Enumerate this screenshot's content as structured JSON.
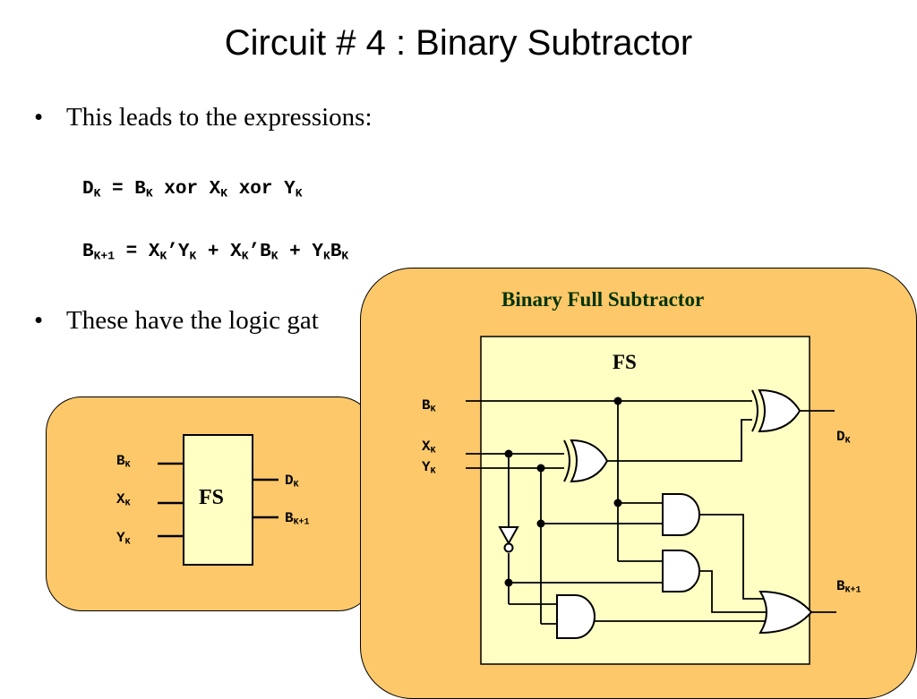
{
  "title": "Circuit # 4 : Binary Subtractor",
  "bullets": [
    {
      "marker": "•",
      "text": "This leads to the expressions:"
    },
    {
      "marker": "•",
      "text": "These have the logic gat"
    }
  ],
  "equations": {
    "dk": {
      "lhs": "D",
      "lhs_sub": "K",
      "eq": " = ",
      "t1": "B",
      "t1_sub": "K",
      "op1": " xor ",
      "t2": "X",
      "t2_sub": "K",
      "op2": " xor ",
      "t3": "Y",
      "t3_sub": "K"
    },
    "bk1": {
      "lhs": "B",
      "lhs_sub": "K+1",
      "eq": " = ",
      "a": "X",
      "a_sub": "K",
      "a2": "’Y",
      "a2_sub": "K",
      "plus1": " + ",
      "b": "X",
      "b_sub": "K",
      "b2": "’B",
      "b2_sub": "K",
      "plus2": " + ",
      "c": "Y",
      "c_sub": "K",
      "c2": "B",
      "c2_sub": "K"
    }
  },
  "block_diagram": {
    "box_label": "FS",
    "inputs": [
      {
        "base": "B",
        "sub": "K"
      },
      {
        "base": "X",
        "sub": "K"
      },
      {
        "base": "Y",
        "sub": "K"
      }
    ],
    "outputs": [
      {
        "base": "D",
        "sub": "K"
      },
      {
        "base": "B",
        "sub": "K+1"
      }
    ]
  },
  "circuit": {
    "heading": "Binary Full Subtractor",
    "box_label": "FS",
    "inputs": [
      {
        "base": "B",
        "sub": "K"
      },
      {
        "base": "X",
        "sub": "K"
      },
      {
        "base": "Y",
        "sub": "K"
      }
    ],
    "outputs": [
      {
        "base": "D",
        "sub": "K"
      },
      {
        "base": "B",
        "sub": "K+1"
      }
    ]
  },
  "colors": {
    "panel_fill": "#fcc86a",
    "box_fill": "#ffffc4",
    "heading": "#003300",
    "gate_fill": "#ffffff",
    "wire": "#000000"
  },
  "icons": [
    "xor-gate",
    "and-gate",
    "or-gate",
    "not-gate",
    "junction-dot"
  ]
}
